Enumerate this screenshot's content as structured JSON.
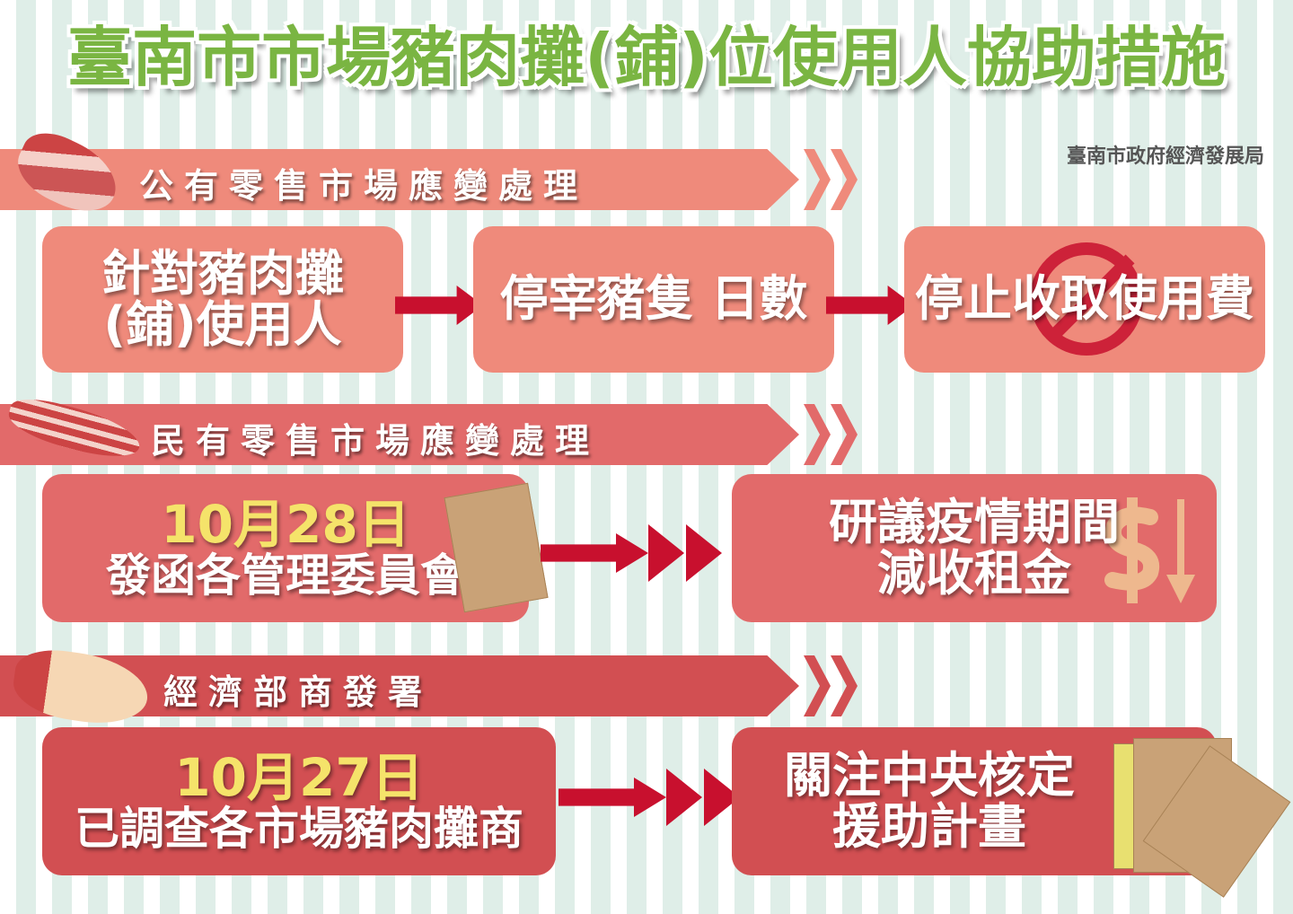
{
  "title": "臺南市市場豬肉攤(鋪)位使用人協助措施",
  "agency": "臺南市政府經濟發展局",
  "colors": {
    "title_green": "#7ab542",
    "row1": "#ef8a7b",
    "row2": "#e26a6a",
    "row3": "#d24f52",
    "arrow": "#c8102e",
    "date": "#f5e36a"
  },
  "sections": [
    {
      "label": "公有零售市場應變處理",
      "icon": "pork-belly-icon",
      "steps": [
        "針對豬肉攤\n(鋪)使用人",
        "停宰豬隻 日數",
        "停止收取使用費"
      ],
      "step_icon": "prohibited-icon"
    },
    {
      "label": "民有零售市場應變處理",
      "icon": "bacon-icon",
      "date": "10月28日",
      "left": "發函各管理委員會",
      "right_line1": "研議疫情期間",
      "right_line2": "減收租金",
      "right_icon": "dollar-down-icon"
    },
    {
      "label": "經濟部商發署",
      "icon": "pork-leg-icon",
      "date": "10月27日",
      "left": "已調查各市場豬肉攤商",
      "right_line1": "關注中央核定",
      "right_line2": "援助計畫",
      "right_icon": "envelope-icon"
    }
  ]
}
